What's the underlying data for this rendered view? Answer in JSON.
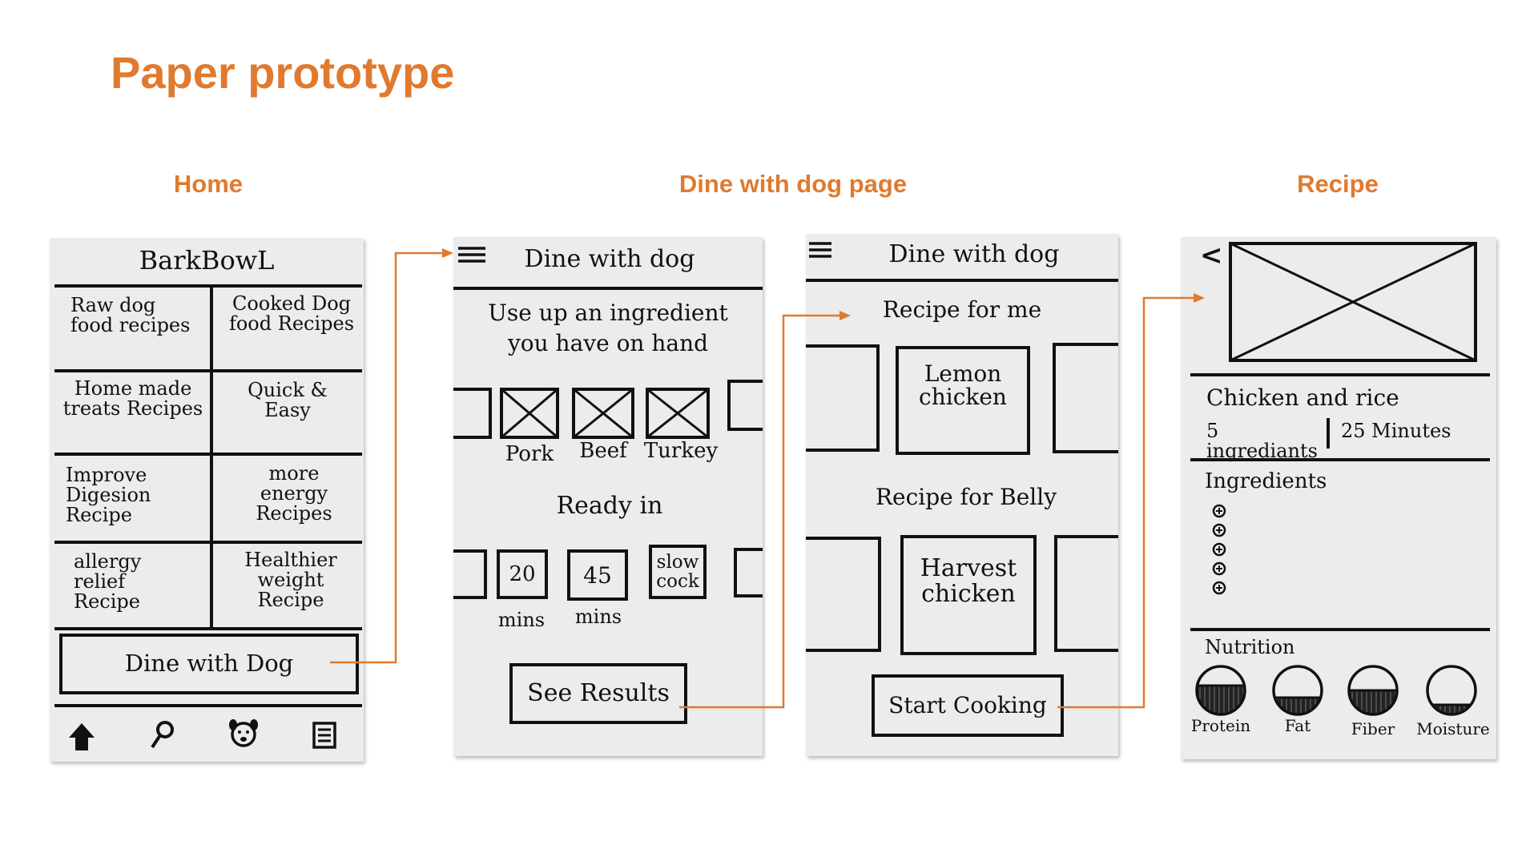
{
  "title": "Paper prototype",
  "sections": {
    "home": "Home",
    "dine": "Dine with dog page",
    "recipe": "Recipe"
  },
  "colors": {
    "accent": "#e07a2f",
    "paper": "#ececec",
    "ink": "#111111"
  },
  "home": {
    "app_name": "BarkBowL",
    "tiles": [
      "Raw dog food recipes",
      "Cooked Dog food Recipes",
      "Home made treats Recipes",
      "Quick & Easy",
      "Improve Digesion Recipe",
      "more energy Recipes",
      "allergy relief Recipe",
      "Healthier weight Recipe"
    ],
    "dine_button": "Dine with Dog",
    "nav_icons": [
      "home-icon",
      "search-icon",
      "dog-icon",
      "list-icon"
    ]
  },
  "dine1": {
    "header": "Dine with dog",
    "prompt_line1": "Use up an ingredient",
    "prompt_line2": "you have on hand",
    "ingredients": [
      "Pork",
      "Beef",
      "Turkey"
    ],
    "ready_label": "Ready in",
    "times": [
      {
        "value": "20",
        "unit": "mins"
      },
      {
        "value": "45",
        "unit": "mins"
      },
      {
        "value": "slow cock",
        "unit": ""
      }
    ],
    "button": "See Results"
  },
  "dine2": {
    "header": "Dine with dog",
    "section1": "Recipe for me",
    "recipe1": "Lemon chicken",
    "section2": "Recipe for Belly",
    "recipe2": "Harvest chicken",
    "button": "Start Cooking"
  },
  "recipe": {
    "back": "<",
    "name": "Chicken and rice",
    "ingredients_count": "5 ingrediants",
    "time": "25 Minutes",
    "ingredients_heading": "Ingredients",
    "ingredient_bullets": 5,
    "nutrition_heading": "Nutrition",
    "nutrients": [
      {
        "label": "Protein",
        "level": 0.6
      },
      {
        "label": "Fat",
        "level": 0.35
      },
      {
        "label": "Fiber",
        "level": 0.5
      },
      {
        "label": "Moisture",
        "level": 0.2
      }
    ]
  }
}
